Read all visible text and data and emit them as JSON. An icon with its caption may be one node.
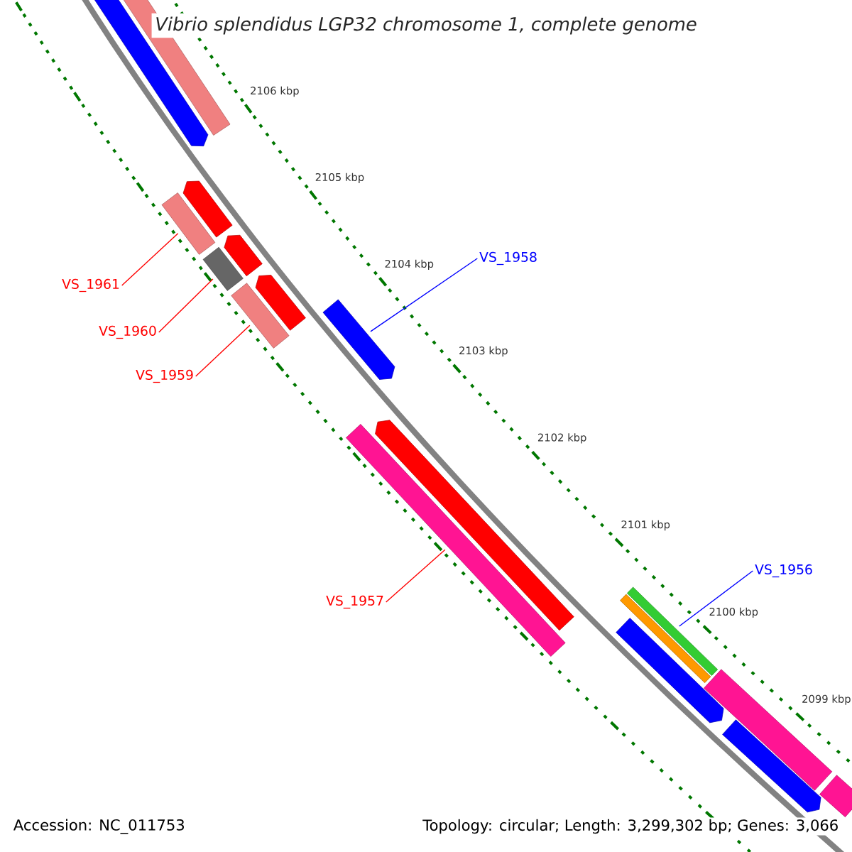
{
  "diagram": {
    "title": "Vibrio splendidus LGP32 chromosome 1, complete genome",
    "nodes": [
      {
        "text": [
          "VS_1961"
        ]
      },
      {
        "text": [],
        "shape": "bar"
      },
      {
        "text": [
          "VS_1958"
        ]
      },
      {
        "text": [],
        "shape": "arrow"
      },
      {
        "text": [
          "VS_1960"
        ]
      },
      {
        "text": [],
        "shape": "bar"
      },
      {
        "text": [
          "VS_1959"
        ]
      },
      {
        "text": [],
        "shape": "bar"
      },
      {
        "text": [
          "VS_1957"
        ]
      },
      {
        "text": [],
        "shape": "bar"
      },
      {
        "text": [
          "VS_1956"
        ]
      },
      {
        "text": [],
        "shape": "bar"
      },
      {
        "text": [],
        "shape": "arrow"
      },
      {
        "text": [],
        "shape": "bar"
      },
      {
        "text": [],
        "shape": "arrow"
      },
      {
        "text": [],
        "shape": "arrow"
      },
      {
        "text": [],
        "shape": "bar"
      },
      {
        "text": [],
        "shape": "bar"
      },
      {
        "text": [],
        "shape": "bar"
      },
      {
        "text": [],
        "shape": "arrow"
      },
      {
        "text": [],
        "shape": "arrow"
      },
      {
        "text": [],
        "shape": "arrow"
      },
      {
        "text": [],
        "shape": "arrow"
      }
    ],
    "edges": [
      {
        "from": 0,
        "to": 1,
        "arrow": "none"
      },
      {
        "from": 2,
        "to": 3,
        "arrow": "none",
        "color": "#0000ff"
      },
      {
        "from": 4,
        "to": 5,
        "arrow": "none"
      },
      {
        "from": 6,
        "to": 7,
        "arrow": "none"
      },
      {
        "from": 8,
        "to": 9,
        "arrow": "none"
      },
      {
        "from": 10,
        "to": 11,
        "arrow": "none",
        "color": "#0000ff"
      }
    ],
    "labels": [
      "2106 kbp",
      "2105 kbp",
      "2104 kbp",
      "2103 kbp",
      "2102 kbp",
      "2101 kbp",
      "2100 kbp",
      "2099 kbp",
      "Accession: NC_011753",
      "Topology: circular; Length: 3,299,302 bp; Genes: 3,066"
    ]
  }
}
